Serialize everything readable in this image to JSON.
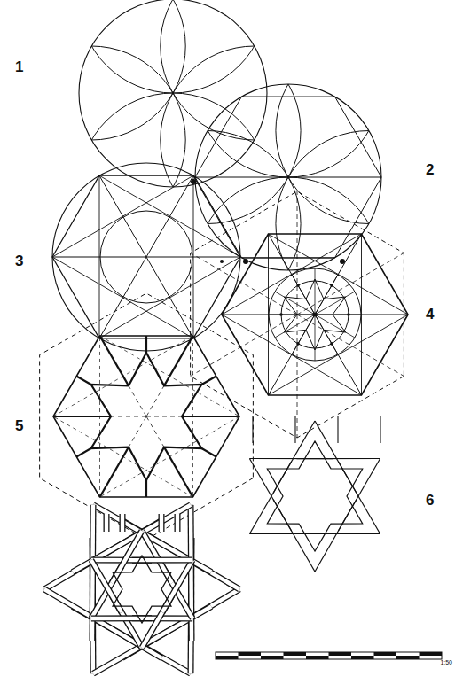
{
  "diagram": {
    "labels": [
      "1",
      "2",
      "3",
      "4",
      "5",
      "6",
      "1:50"
    ]
  }
}
